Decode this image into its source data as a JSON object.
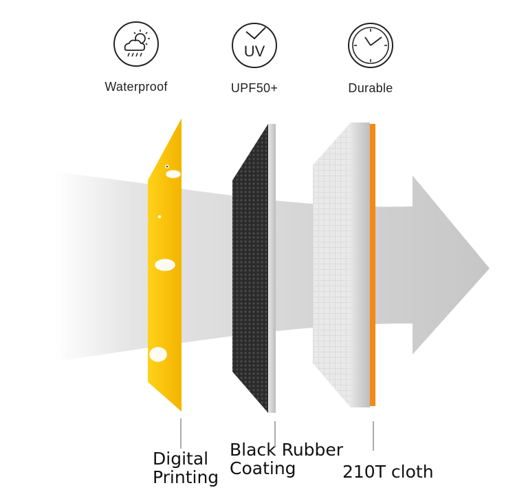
{
  "features": [
    {
      "icon": "weather-icon",
      "label": "Waterproof"
    },
    {
      "icon": "uv-icon",
      "label": "UPF50+",
      "icon_text": "UV"
    },
    {
      "icon": "clock-icon",
      "label": "Durable"
    }
  ],
  "layers": [
    {
      "name": "digital-printing",
      "label_line1": "Digital",
      "label_line2": "Printing",
      "color": "#f5b800"
    },
    {
      "name": "black-rubber-coating",
      "label_line1": "Black Rubber",
      "label_line2": "Coating",
      "color": "#2a2a2a"
    },
    {
      "name": "210t-cloth",
      "label_line1": "210T cloth",
      "color": "#f28a1a"
    }
  ],
  "colors": {
    "arrow": "#c9c9c9",
    "edge_silver": "#d8d8d8",
    "orange_edge": "#f28a1a"
  }
}
